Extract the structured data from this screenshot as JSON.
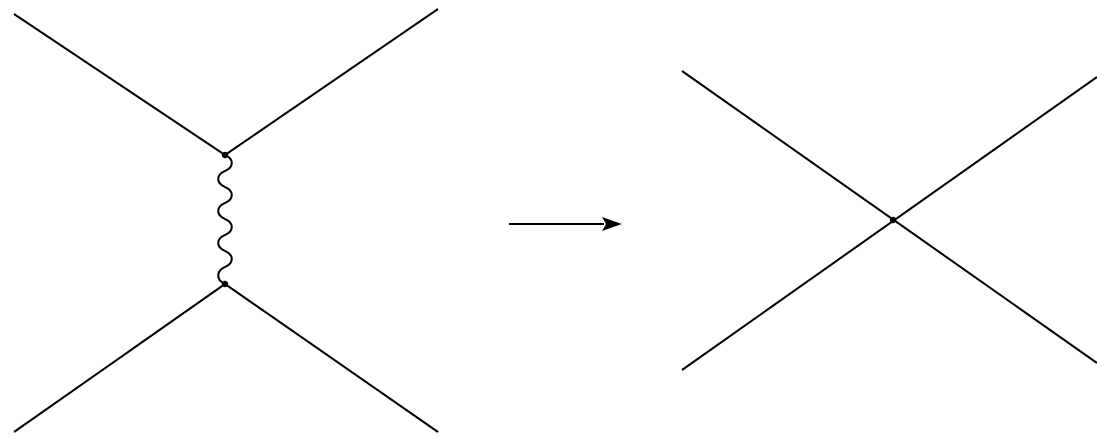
{
  "diagram": {
    "left": {
      "type": "exchange",
      "propagator": "wavy",
      "external_lines": 4
    },
    "transition": "arrow",
    "right": {
      "type": "contact",
      "external_lines": 4
    },
    "colors": {
      "stroke": "#000000",
      "background": "#ffffff"
    }
  }
}
